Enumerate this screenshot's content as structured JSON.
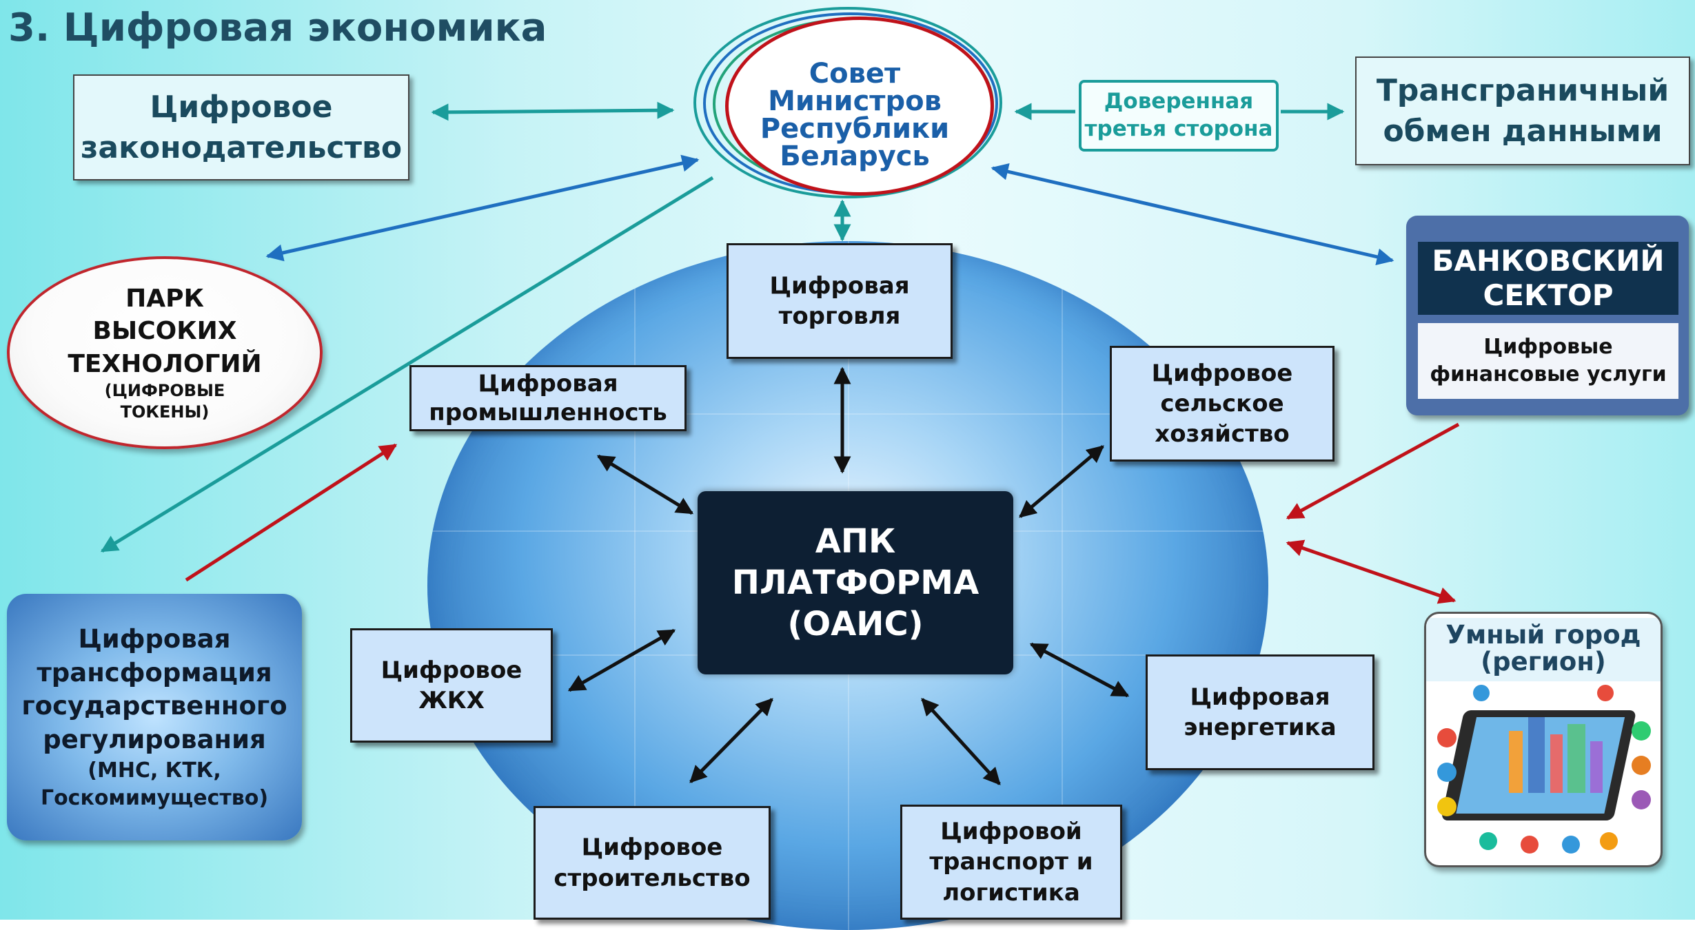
{
  "title": "3. Цифровая экономика",
  "center": {
    "name": [
      "Совет",
      "Министров",
      "Республики",
      "Беларусь"
    ]
  },
  "trust": {
    "line1": "Доверенная",
    "line2": "третья сторона"
  },
  "top_boxes": {
    "law": {
      "line1": "Цифровое",
      "line2": "законодательство"
    },
    "crossborder": {
      "line1": "Трансграничный",
      "line2": "обмен данными"
    }
  },
  "park": {
    "line1": "ПАРК",
    "line2": "ВЫСОКИХ",
    "line3": "ТЕХНОЛОГИЙ",
    "line4": "(ЦИФРОВЫЕ",
    "line5": "ТОКЕНЫ)"
  },
  "bank": {
    "head1": "БАНКОВСКИЙ",
    "head2": "СЕКТОР",
    "body1": "Цифровые",
    "body2": "финансовые услуги"
  },
  "gov": {
    "line1": "Цифровая",
    "line2": "трансформация",
    "line3": "государственного",
    "line4": "регулирования",
    "line5": "(МНС, КТК,",
    "line6": "Госкомимущество)"
  },
  "smart_city": {
    "line1": "Умный город",
    "line2": "(регион)"
  },
  "platform": {
    "line1": "АПК",
    "line2": "ПЛАТФОРМА",
    "line3": "(ОАИС)"
  },
  "spokes": {
    "trade": {
      "line1": "Цифровая",
      "line2": "торговля"
    },
    "industry": {
      "line1": "Цифровая",
      "line2": "промышленность"
    },
    "agri": {
      "line1": "Цифровое",
      "line2": "сельское",
      "line3": "хозяйство"
    },
    "housing": {
      "line1": "Цифровое",
      "line2": "ЖКХ"
    },
    "energy": {
      "line1": "Цифровая",
      "line2": "энергетика"
    },
    "construction": {
      "line1": "Цифровое",
      "line2": "строительство"
    },
    "transport": {
      "line1": "Цифровой",
      "line2": "транспорт и",
      "line3": "логистика"
    }
  },
  "colors": {
    "teal": "#1a9c9a",
    "blue": "#1f6fc0",
    "red": "#c0121a",
    "dark": "#111111",
    "title": "#1f4d63"
  }
}
